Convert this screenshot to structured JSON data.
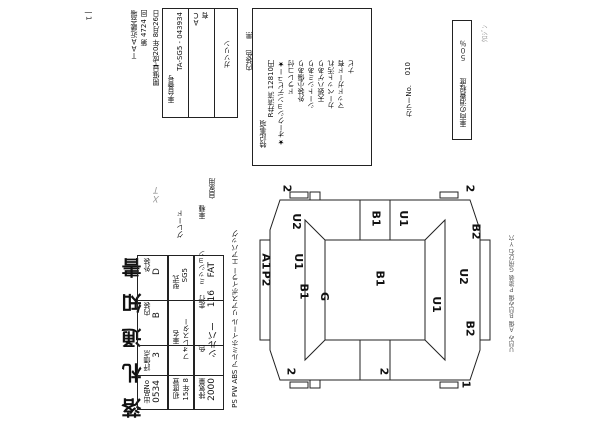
{
  "page_index": "| 1",
  "sheet": {
    "title": "落 札 通 知 書",
    "venue": "ＴＡＡ近畿会場",
    "session": "第 4724 回",
    "date_label": "開催日",
    "date": "平成20年 8月26日",
    "lot_label": "出品No",
    "lot_no": "0534",
    "eval_label": "評価点",
    "eval": "3",
    "interior_label": "内装",
    "interior": "B",
    "exterior_label": "外装",
    "exterior": "D",
    "first_reg_label": "初度登",
    "first_reg": "15年 8",
    "car_name_label": "車名",
    "car_name": "フォレスター",
    "model_label": "型式",
    "model": "SG5",
    "displacement_label": "排気量",
    "displacement": "2000",
    "color_label": "色",
    "color": "シルバー",
    "mileage_label": "走行",
    "mileage": "116",
    "mission_label": "ミッション",
    "mission": "FAT",
    "vehicle_label": "車種",
    "usage": "自家用",
    "grade_label": "グレード",
    "grade_handwritten": "ＸＴ",
    "chassis_label": "車台番号",
    "chassis": "TA-SG5 - 043934",
    "ac_label": "ＡＣ",
    "ac": "有",
    "fuel": "ガソリン",
    "inner_color_label": "内装色",
    "inner_color": "黒",
    "equipment": "PS PW ABS アルミホイール リアスポイラー エアバッグ",
    "notes_label": "特記事項",
    "notes": [
      "R弁済済 12810円",
      "★オークションデビュー★",
      "ドラレコ付",
      "外装小傷あり",
      "シートシミあり",
      "天張ハゲあり",
      "カーペット汚れ",
      "マッドガード有",
      "ナビ"
    ],
    "color_no_label": "カラーNo.",
    "color_no": "010",
    "tire_label": "車両の消費程度",
    "tire": "５０％",
    "stamp": "ｸﾛｼﾞﾝ"
  },
  "damage": {
    "marks": [
      "2",
      "2",
      "U2",
      "B1",
      "U1",
      "B2",
      "P2",
      "A1",
      "U1",
      "B1",
      "G",
      "B1",
      "U1",
      "U2",
      "B2",
      "2",
      "2",
      "1"
    ]
  }
}
